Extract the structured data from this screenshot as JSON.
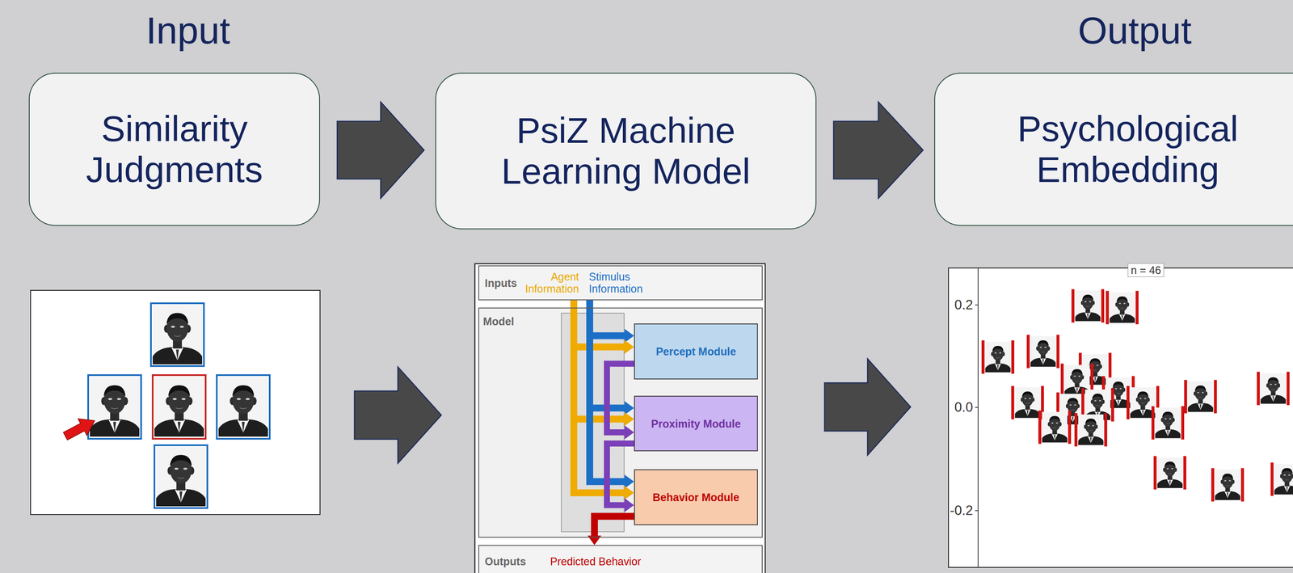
{
  "diagram": {
    "nodes": [
      {
        "text": [
          "Similarity Judgments"
        ]
      },
      {
        "text": [
          "PsiZ Machine Learning Model"
        ]
      },
      {
        "text": [
          "Psychological Embedding"
        ]
      },
      {
        "text": [
          "Inputs",
          "Agent Information",
          "Stimulus Information"
        ]
      },
      {
        "text": [
          "Model"
        ]
      },
      {
        "text": [
          "Percept Module"
        ],
        "in": 4
      },
      {
        "text": [
          "Proximity Module"
        ],
        "in": 4
      },
      {
        "text": [
          "Behavior Module"
        ],
        "in": 4
      },
      {
        "text": [
          "Outputs",
          "Predicted Behavior"
        ]
      }
    ],
    "edges": [
      {
        "from": 0,
        "to": 1,
        "arrow": "to"
      },
      {
        "from": 1,
        "to": 2,
        "arrow": "to"
      },
      {
        "from": 3,
        "to": 5,
        "arrow": "to"
      },
      {
        "from": 3,
        "to": 6,
        "arrow": "to"
      },
      {
        "from": 3,
        "to": 7,
        "arrow": "to"
      },
      {
        "from": 5,
        "to": 6,
        "arrow": "to"
      },
      {
        "from": 6,
        "to": 7,
        "arrow": "to"
      },
      {
        "from": 7,
        "to": 8,
        "arrow": "to"
      }
    ],
    "labels": [
      "Input",
      "Output",
      "n = 46",
      "0.2",
      "0.0",
      "-0.2"
    ]
  }
}
